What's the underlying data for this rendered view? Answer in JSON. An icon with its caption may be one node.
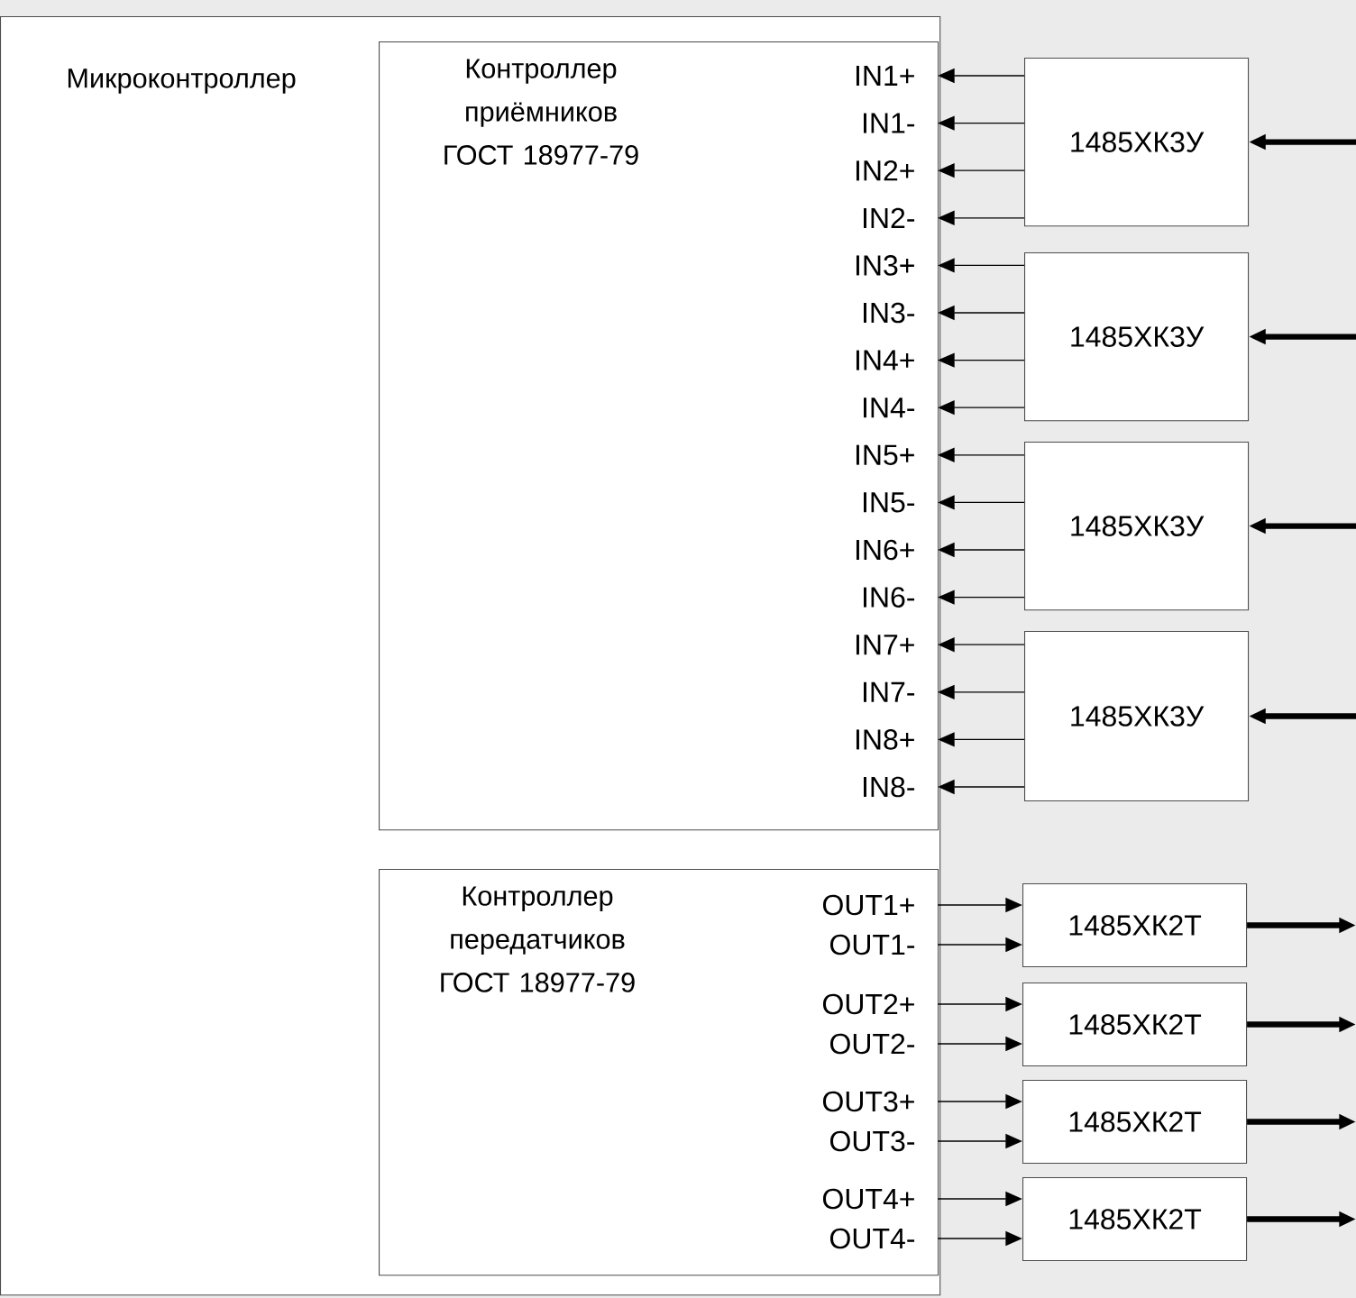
{
  "diagram": {
    "nodes": [
      {
        "text": [
          "Микроконтроллер"
        ]
      },
      {
        "text": [
          "Контроллер приёмников ГОСТ 18977-79"
        ],
        "in": 0
      },
      {
        "text": [
          "IN1+"
        ],
        "in": 1
      },
      {
        "text": [
          "IN1-"
        ],
        "in": 1
      },
      {
        "text": [
          "IN2+"
        ],
        "in": 1
      },
      {
        "text": [
          "IN2-"
        ],
        "in": 1
      },
      {
        "text": [
          "IN3+"
        ],
        "in": 1
      },
      {
        "text": [
          "IN3-"
        ],
        "in": 1
      },
      {
        "text": [
          "IN4+"
        ],
        "in": 1
      },
      {
        "text": [
          "IN4-"
        ],
        "in": 1
      },
      {
        "text": [
          "IN5+"
        ],
        "in": 1
      },
      {
        "text": [
          "IN5-"
        ],
        "in": 1
      },
      {
        "text": [
          "IN6+"
        ],
        "in": 1
      },
      {
        "text": [
          "IN6-"
        ],
        "in": 1
      },
      {
        "text": [
          "IN7+"
        ],
        "in": 1
      },
      {
        "text": [
          "IN7-"
        ],
        "in": 1
      },
      {
        "text": [
          "IN8+"
        ],
        "in": 1
      },
      {
        "text": [
          "IN8-"
        ],
        "in": 1
      },
      {
        "text": [
          "Контроллер передатчиков ГОСТ 18977-79"
        ],
        "in": 0
      },
      {
        "text": [
          "OUT1+"
        ],
        "in": 18
      },
      {
        "text": [
          "OUT1-"
        ],
        "in": 18
      },
      {
        "text": [
          "OUT2+"
        ],
        "in": 18
      },
      {
        "text": [
          "OUT2-"
        ],
        "in": 18
      },
      {
        "text": [
          "OUT3+"
        ],
        "in": 18
      },
      {
        "text": [
          "OUT3-"
        ],
        "in": 18
      },
      {
        "text": [
          "OUT4+"
        ],
        "in": 18
      },
      {
        "text": [
          "OUT4-"
        ],
        "in": 18
      },
      {
        "text": [
          "1485ХК3У"
        ]
      },
      {
        "text": [
          "1485ХК3У"
        ]
      },
      {
        "text": [
          "1485ХК3У"
        ]
      },
      {
        "text": [
          "1485ХК3У"
        ]
      },
      {
        "text": [
          "1485ХК2Т"
        ]
      },
      {
        "text": [
          "1485ХК2Т"
        ]
      },
      {
        "text": [
          "1485ХК2Т"
        ]
      },
      {
        "text": [
          "1485ХК2Т"
        ]
      }
    ],
    "edges": [
      {
        "from": 27,
        "to": 2,
        "arrow": "to"
      },
      {
        "from": 27,
        "to": 3,
        "arrow": "to"
      },
      {
        "from": 27,
        "to": 4,
        "arrow": "to"
      },
      {
        "from": 27,
        "to": 5,
        "arrow": "to"
      },
      {
        "from": 28,
        "to": 6,
        "arrow": "to"
      },
      {
        "from": 28,
        "to": 7,
        "arrow": "to"
      },
      {
        "from": 28,
        "to": 8,
        "arrow": "to"
      },
      {
        "from": 28,
        "to": 9,
        "arrow": "to"
      },
      {
        "from": 29,
        "to": 10,
        "arrow": "to"
      },
      {
        "from": 29,
        "to": 11,
        "arrow": "to"
      },
      {
        "from": 29,
        "to": 12,
        "arrow": "to"
      },
      {
        "from": 29,
        "to": 13,
        "arrow": "to"
      },
      {
        "from": 30,
        "to": 14,
        "arrow": "to"
      },
      {
        "from": 30,
        "to": 15,
        "arrow": "to"
      },
      {
        "from": 30,
        "to": 16,
        "arrow": "to"
      },
      {
        "from": 30,
        "to": 17,
        "arrow": "to"
      },
      {
        "from": null,
        "to": 27,
        "arrow": "to",
        "style": "thick"
      },
      {
        "from": null,
        "to": 28,
        "arrow": "to",
        "style": "thick"
      },
      {
        "from": null,
        "to": 29,
        "arrow": "to",
        "style": "thick"
      },
      {
        "from": null,
        "to": 30,
        "arrow": "to",
        "style": "thick"
      },
      {
        "from": 19,
        "to": 31,
        "arrow": "to"
      },
      {
        "from": 20,
        "to": 31,
        "arrow": "to"
      },
      {
        "from": 21,
        "to": 32,
        "arrow": "to"
      },
      {
        "from": 22,
        "to": 32,
        "arrow": "to"
      },
      {
        "from": 23,
        "to": 33,
        "arrow": "to"
      },
      {
        "from": 24,
        "to": 33,
        "arrow": "to"
      },
      {
        "from": 25,
        "to": 34,
        "arrow": "to"
      },
      {
        "from": 26,
        "to": 34,
        "arrow": "to"
      },
      {
        "from": 31,
        "to": null,
        "arrow": "to",
        "style": "thick"
      },
      {
        "from": 32,
        "to": null,
        "arrow": "to",
        "style": "thick"
      },
      {
        "from": 33,
        "to": null,
        "arrow": "to",
        "style": "thick"
      },
      {
        "from": 34,
        "to": null,
        "arrow": "to",
        "style": "thick"
      }
    ]
  }
}
